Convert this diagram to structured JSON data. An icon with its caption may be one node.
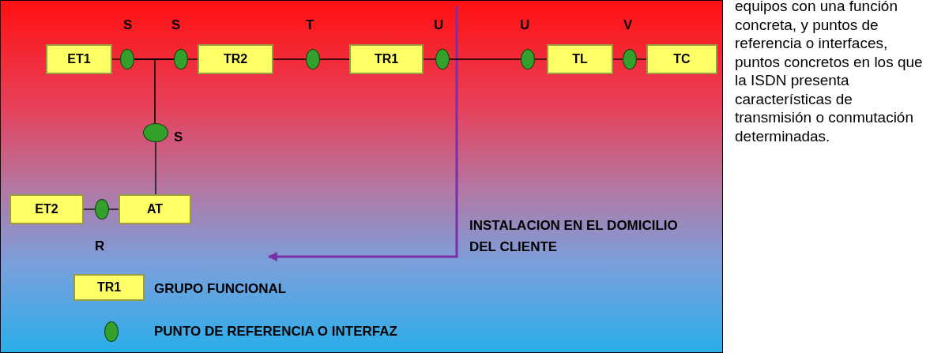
{
  "diagram": {
    "caption": "equipos con una función concreta, y puntos de referencia o interfaces, puntos concretos en los que la ISDN presenta características de transmisión o conmutación determinadas.",
    "nodes": [
      {
        "text": [
          "ET1"
        ]
      },
      {
        "text": [],
        "shape": "circle",
        "beside": [
          "S"
        ]
      },
      {
        "text": [],
        "shape": "circle",
        "beside": [
          "S"
        ]
      },
      {
        "text": [
          "TR2"
        ]
      },
      {
        "text": [],
        "shape": "circle",
        "beside": [
          "T"
        ]
      },
      {
        "text": [
          "TR1"
        ]
      },
      {
        "text": [],
        "shape": "circle",
        "beside": [
          "U"
        ]
      },
      {
        "text": [],
        "shape": "circle",
        "beside": [
          "U"
        ]
      },
      {
        "text": [
          "TL"
        ]
      },
      {
        "text": [],
        "shape": "circle",
        "beside": [
          "V"
        ]
      },
      {
        "text": [
          "TC"
        ]
      },
      {
        "text": [],
        "shape": "circle",
        "beside": [
          "S"
        ]
      },
      {
        "text": [
          "ET2"
        ]
      },
      {
        "text": [],
        "shape": "circle",
        "beside": [
          "R"
        ]
      },
      {
        "text": [
          "AT"
        ]
      }
    ],
    "edges": [
      {
        "from": 0,
        "to": 1,
        "arrow": "none"
      },
      {
        "from": 1,
        "to": 2,
        "arrow": "none"
      },
      {
        "from": 2,
        "to": 3,
        "arrow": "none"
      },
      {
        "from": 3,
        "to": 4,
        "arrow": "none"
      },
      {
        "from": 4,
        "to": 5,
        "arrow": "none"
      },
      {
        "from": 5,
        "to": 6,
        "arrow": "none"
      },
      {
        "from": 6,
        "to": 7,
        "arrow": "none"
      },
      {
        "from": 7,
        "to": 8,
        "arrow": "none"
      },
      {
        "from": 8,
        "to": 9,
        "arrow": "none"
      },
      {
        "from": 9,
        "to": 10,
        "arrow": "none"
      },
      {
        "from": 1,
        "to": 11,
        "arrow": "none"
      },
      {
        "from": 2,
        "to": 11,
        "arrow": "none"
      },
      {
        "from": 11,
        "to": 14,
        "arrow": "none"
      },
      {
        "from": 12,
        "to": 13,
        "arrow": "none"
      },
      {
        "from": 13,
        "to": 14,
        "arrow": "none"
      }
    ],
    "labels": [
      "INSTALACION EN EL DOMICILIO DEL CLIENTE",
      "TR1"
    ],
    "legend": [
      {
        "text": "GRUPO FUNCIONAL"
      },
      {
        "text": "PUNTO DE REFERENCIA O INTERFAZ"
      }
    ]
  }
}
